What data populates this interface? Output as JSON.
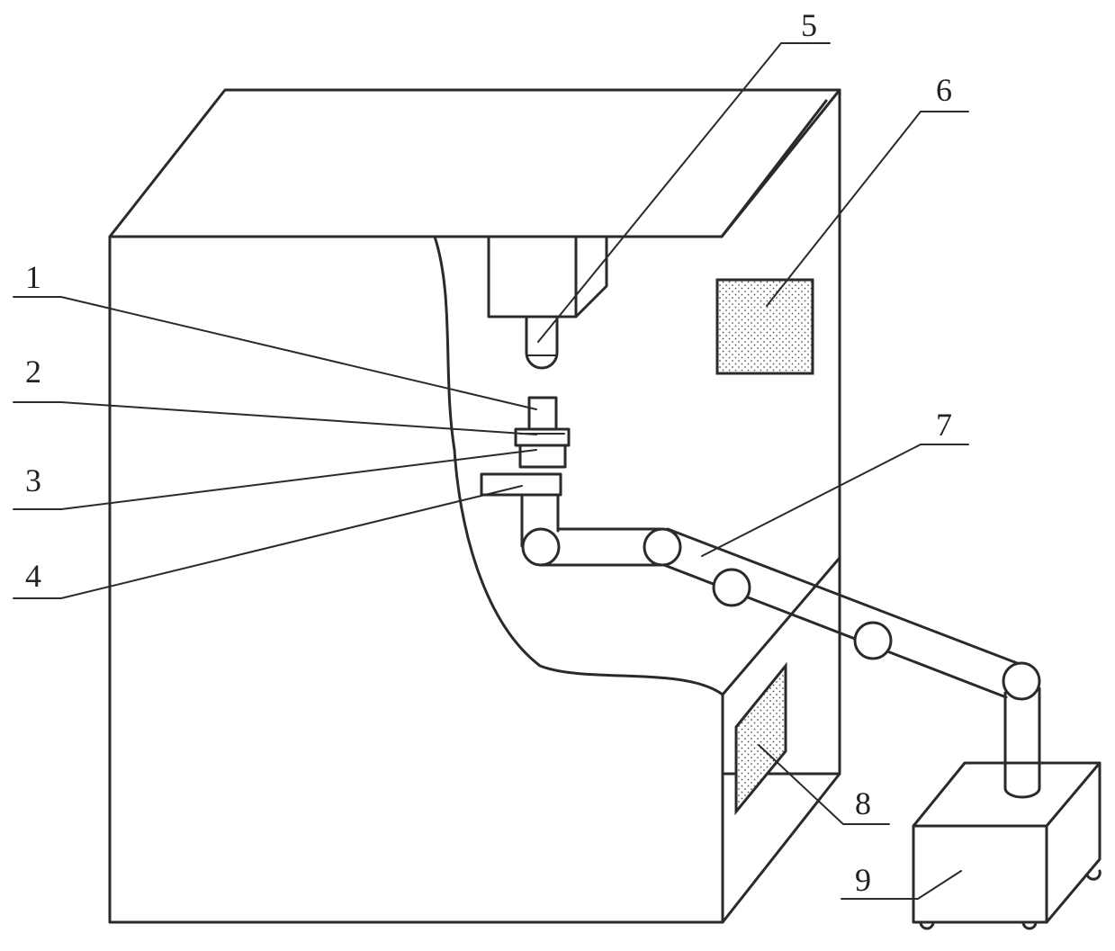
{
  "diagram": {
    "labels": [
      {
        "id": "1",
        "text": "1"
      },
      {
        "id": "2",
        "text": "2"
      },
      {
        "id": "3",
        "text": "3"
      },
      {
        "id": "4",
        "text": "4"
      },
      {
        "id": "5",
        "text": "5"
      },
      {
        "id": "6",
        "text": "6"
      },
      {
        "id": "7",
        "text": "7"
      },
      {
        "id": "8",
        "text": "8"
      },
      {
        "id": "9",
        "text": "9"
      }
    ],
    "colors": {
      "line": "#2a2a2a",
      "background": "#ffffff",
      "stipple": "#555555"
    }
  }
}
